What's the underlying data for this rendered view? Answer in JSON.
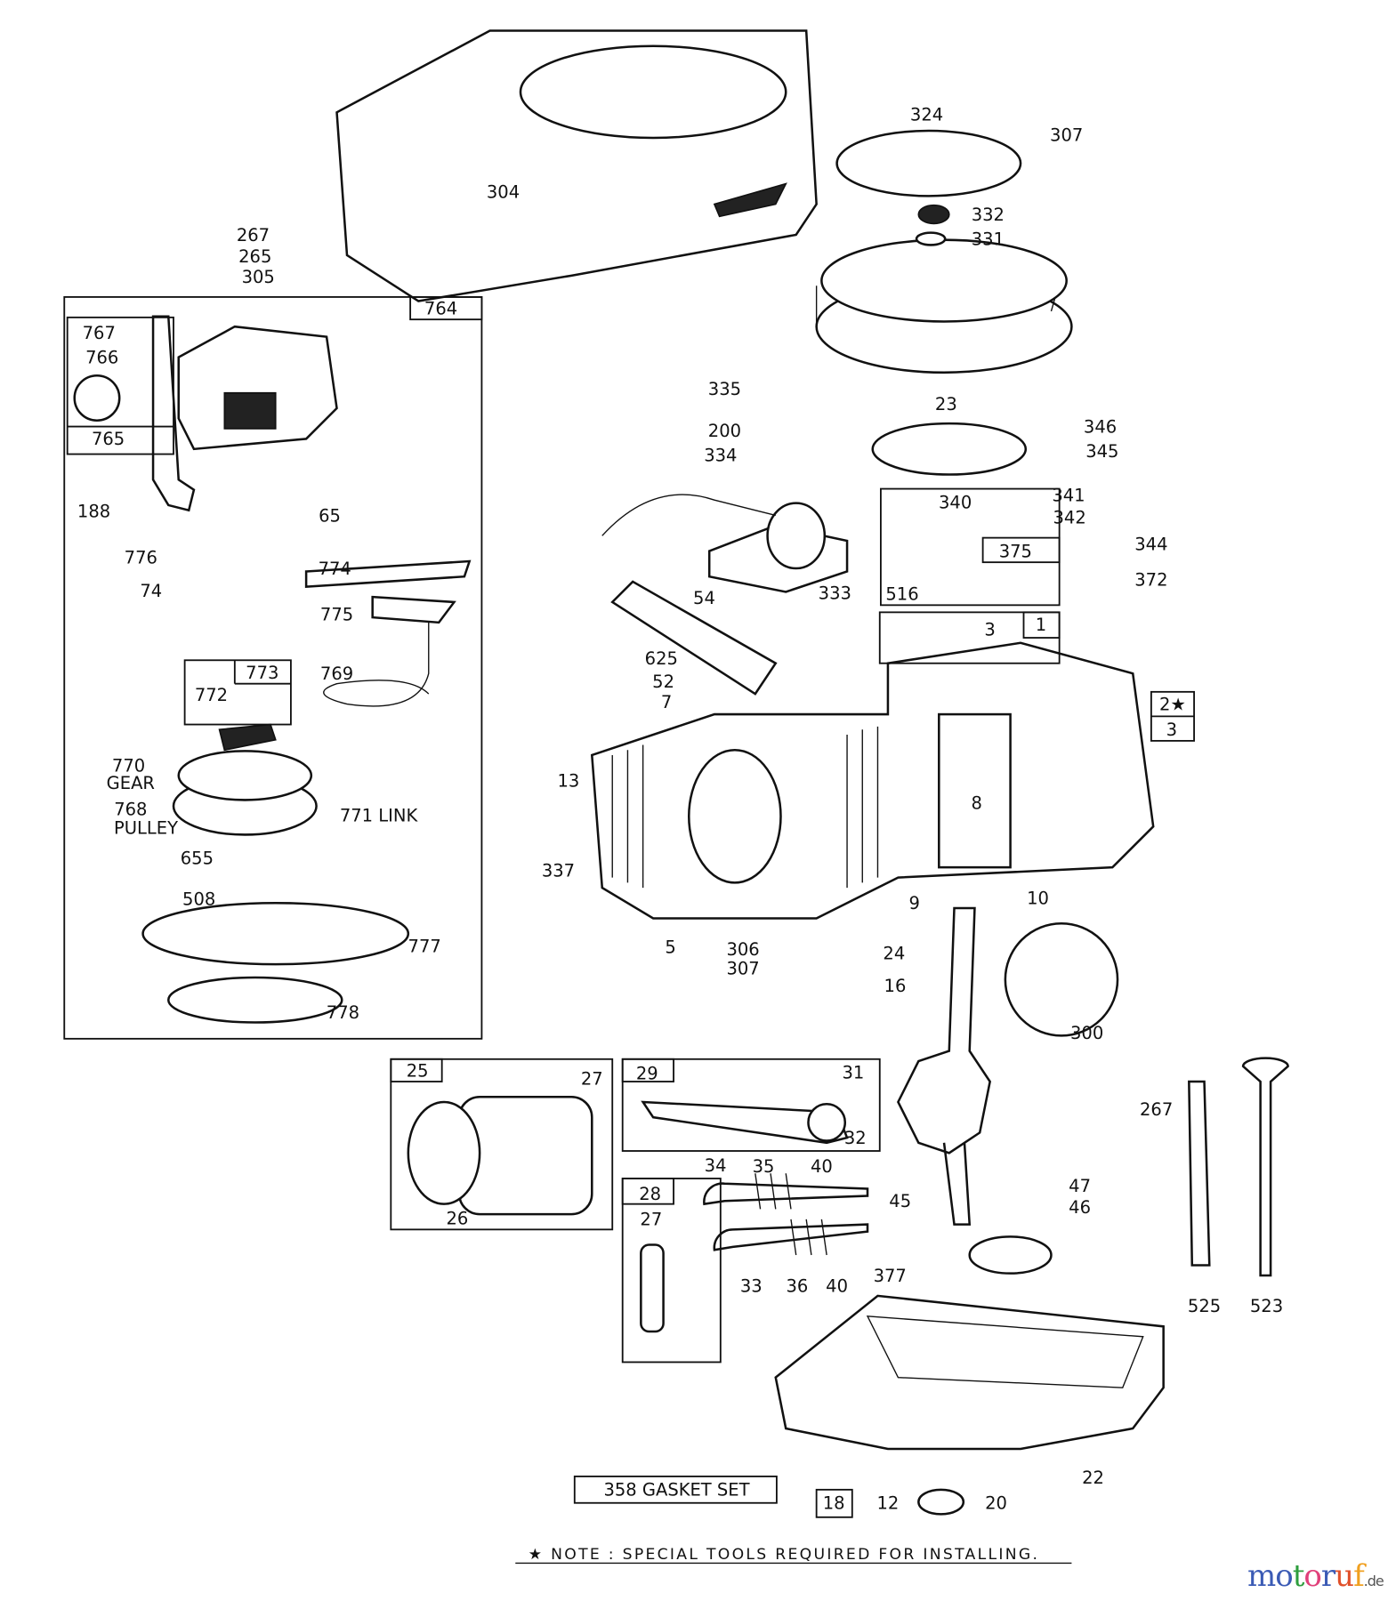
{
  "diagram": {
    "part_labels": [
      "304",
      "267",
      "265",
      "305",
      "324",
      "307",
      "332",
      "331",
      "764",
      "767",
      "766",
      "765",
      "188",
      "65",
      "335",
      "23",
      "200",
      "334",
      "346",
      "345",
      "341",
      "342",
      "340",
      "375",
      "344",
      "372",
      "516",
      "333",
      "54",
      "776",
      "74",
      "774",
      "775",
      "769",
      "773",
      "772",
      "625",
      "52",
      "7",
      "3",
      "1",
      "2★",
      "3",
      "770",
      "GEAR",
      "768",
      "PULLEY",
      "771 LINK",
      "13",
      "8",
      "655",
      "337",
      "9",
      "10",
      "508",
      "777",
      "306",
      "5",
      "307",
      "24",
      "16",
      "300",
      "778",
      "25",
      "27",
      "29",
      "31",
      "32",
      "267",
      "47",
      "28",
      "27",
      "34",
      "35",
      "40",
      "45",
      "46",
      "26",
      "33",
      "36",
      "40",
      "377",
      "525",
      "523",
      "358 GASKET SET",
      "18",
      "12",
      "20",
      "22"
    ],
    "note": "★ NOTE : SPECIAL TOOLS REQUIRED FOR INSTALLING.",
    "colors": {
      "ink": "#111111",
      "paper": "#ffffff"
    }
  },
  "watermark": {
    "logo": "motoruf",
    "suffix": ".de",
    "letter_colors": [
      "#3b5bb5",
      "#3b5bb5",
      "#2e9e3e",
      "#e0407a",
      "#3b5bb5",
      "#e0502a",
      "#f0a020",
      "#e8b800"
    ]
  }
}
